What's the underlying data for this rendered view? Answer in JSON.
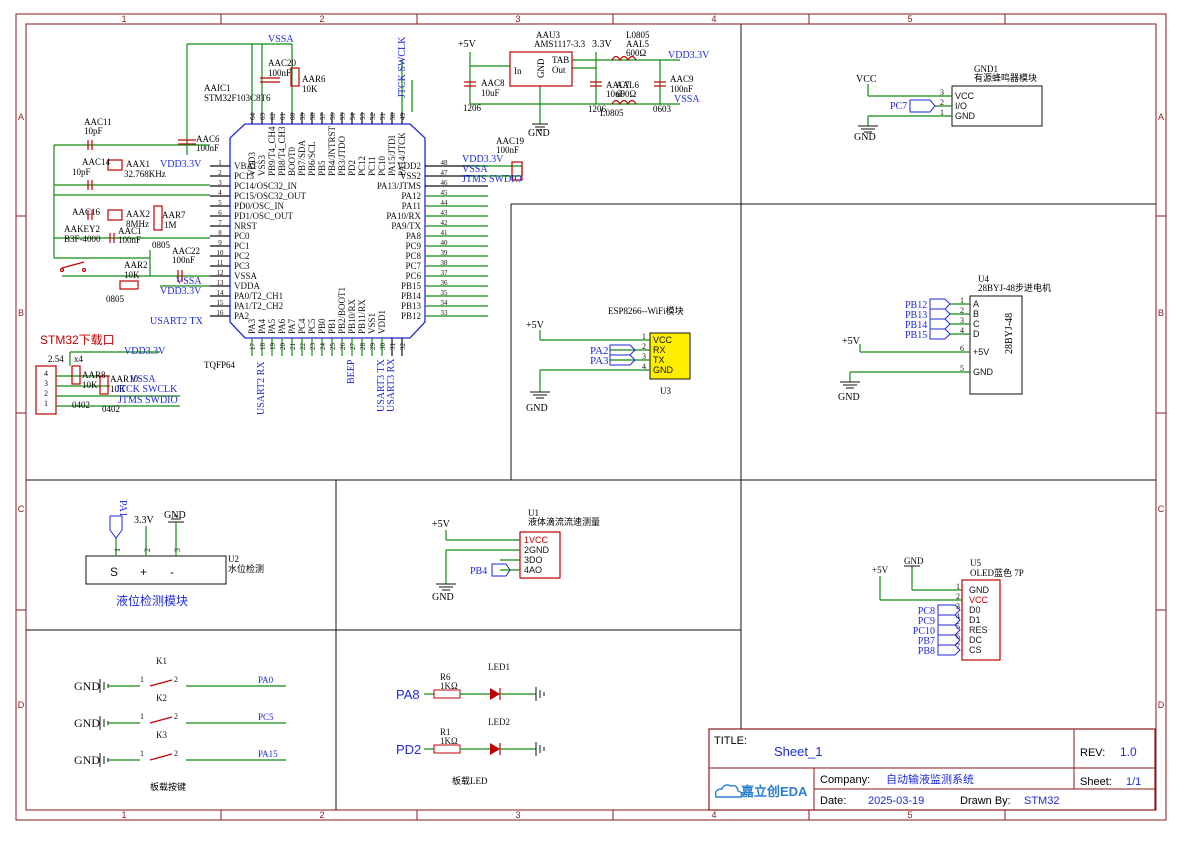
{
  "frame": {
    "columns": [
      "1",
      "2",
      "3",
      "4",
      "5"
    ],
    "rows": [
      "A",
      "B",
      "C",
      "D"
    ]
  },
  "title_block": {
    "title_label": "TITLE:",
    "title": "Sheet_1",
    "rev_label": "REV:",
    "rev": "1.0",
    "company_label": "Company:",
    "company": "自动输液监测系统",
    "sheet_label": "Sheet:",
    "sheet": "1/1",
    "date_label": "Date:",
    "date": "2025-03-19",
    "drawn_label": "Drawn By:",
    "drawn": "STM32",
    "logo": "嘉立创EDA",
    "logo_icon": "cloud-logo-icon"
  },
  "mcu": {
    "ref": "AAIC1",
    "part": "STM32F103C8T6",
    "package": "TQFP64",
    "left_pins": [
      {
        "n": "1",
        "name": "VBAT"
      },
      {
        "n": "2",
        "name": "PC13"
      },
      {
        "n": "3",
        "name": "PC14/OSC32_IN"
      },
      {
        "n": "4",
        "name": "PC15/OSC32_OUT"
      },
      {
        "n": "5",
        "name": "PD0/OSC_IN"
      },
      {
        "n": "6",
        "name": "PD1/OSC_OUT"
      },
      {
        "n": "7",
        "name": "NRST"
      },
      {
        "n": "8",
        "name": "PC0"
      },
      {
        "n": "9",
        "name": "PC1"
      },
      {
        "n": "10",
        "name": "PC2"
      },
      {
        "n": "11",
        "name": "PC3"
      },
      {
        "n": "12",
        "name": "VSSA"
      },
      {
        "n": "13",
        "name": "VDDA"
      },
      {
        "n": "14",
        "name": "PA0/T2_CH1"
      },
      {
        "n": "15",
        "name": "PA1/T2_CH2"
      },
      {
        "n": "16",
        "name": "PA2"
      }
    ],
    "right_pins": [
      {
        "n": "48",
        "name": "VDD2"
      },
      {
        "n": "47",
        "name": "VSS2"
      },
      {
        "n": "46",
        "name": "PA13/JTMS"
      },
      {
        "n": "45",
        "name": "PA12"
      },
      {
        "n": "44",
        "name": "PA11"
      },
      {
        "n": "43",
        "name": "PA10/RX"
      },
      {
        "n": "42",
        "name": "PA9/TX"
      },
      {
        "n": "41",
        "name": "PA8"
      },
      {
        "n": "40",
        "name": "PC9"
      },
      {
        "n": "39",
        "name": "PC8"
      },
      {
        "n": "38",
        "name": "PC7"
      },
      {
        "n": "37",
        "name": "PC6"
      },
      {
        "n": "36",
        "name": "PB15"
      },
      {
        "n": "35",
        "name": "PB14"
      },
      {
        "n": "34",
        "name": "PB13"
      },
      {
        "n": "33",
        "name": "PB12"
      }
    ],
    "top_pins": [
      "VDD3",
      "VSS3",
      "PB9/T4_CH4",
      "PB8/T4_CH3",
      "BOOT0",
      "PB7/SDA",
      "PB6/SCL",
      "PB5",
      "PB4/JNTRST",
      "PB3/JTDO",
      "PD2",
      "PC12",
      "PC11",
      "PC10",
      "PA15/JTDI",
      "PA14/JTCK"
    ],
    "top_nums": [
      "64",
      "63",
      "62",
      "61",
      "60",
      "59",
      "58",
      "57",
      "56",
      "55",
      "54",
      "53",
      "52",
      "51",
      "50",
      "49"
    ],
    "bottom_pins": [
      "PA3",
      "PA4",
      "PA5",
      "PA6",
      "PA7",
      "PC4",
      "PC5",
      "PB0",
      "PB1",
      "PB2/BOOT1",
      "PB10/RX",
      "PB11/RX",
      "VSS1",
      "VDD1"
    ],
    "bottom_nums": [
      "17",
      "18",
      "19",
      "20",
      "21",
      "22",
      "23",
      "24",
      "25",
      "26",
      "27",
      "28",
      "29",
      "30",
      "31",
      "32"
    ],
    "nets": {
      "usart2": "USART2 TX",
      "usart2_rx": "USART2 RX",
      "usart3_tx": "USART3 TX",
      "usart3_rx": "USART3 RX",
      "beep": "BEEP",
      "tck": "JTCK SWCLK",
      "jtms": "JTMS SWDIO",
      "vssa": "VSSA",
      "vdd33": "VDD3.3V"
    }
  },
  "passives": {
    "aac20": "AAC20",
    "aac20_v": "100nF",
    "aar6": "AAR6",
    "aar6_v": "10K",
    "aac6": "AAC6",
    "aac6_v": "100nF",
    "aac11": "AAC11",
    "aac11_v": "10pF",
    "aac14": "AAC14",
    "aac14_v": "10pF",
    "aax1": "AAX1",
    "aax1_v": "32.768KHz",
    "aac16": "AAC16",
    "aax2": "AAX2",
    "aax2_v": "8MHz",
    "aar7": "AAR7",
    "aar7_v": "1M",
    "aakey2": "AAKEY2",
    "aakey2_v": "B3F-4000",
    "aac1": "AAC1",
    "aac1_v": "100nF",
    "aac22": "AAC22",
    "aac22_v": "100nF",
    "aar2": "AAR2",
    "aar2_v": "10K",
    "pkg0805": "0805",
    "aac19": "AAC19",
    "aac19_v": "100nF"
  },
  "ldo": {
    "ref": "AAU3",
    "part": "AMS1117-3.3",
    "in_net": "+5V",
    "out_net": "3.3V",
    "pin_in": "In",
    "pin_gnd": "GND",
    "pin_tab": "TAB",
    "pin_out": "Out",
    "aac8": "AAC8",
    "aac8_v": "10uF",
    "pkg1206": "1206",
    "aac7": "AAC7",
    "aac7_v": "10uF",
    "aal6": "AAL6",
    "aal6_v": "600Ω",
    "l0805": "L0805",
    "aal5": "AAL5",
    "aal5_v": "600Ω",
    "aac9": "AAC9",
    "aac9_v": "100nF",
    "pkg0603": "0603",
    "vdd": "VDD3.3V",
    "vssa": "VSSA",
    "gnd": "GND"
  },
  "download": {
    "title": "STM32下载口",
    "ref": "AAR10",
    "aar8": "AAR8",
    "aar8_v": "10K",
    "aar10_v": "10K",
    "pkg": "0402",
    "vdd": "VDD3.3V",
    "vssa": "VSSA",
    "tck": "JTCK SWCLK",
    "jtms": "JTMS SWDIO",
    "x4": "x4",
    "pitch": "2.54"
  },
  "buzzer": {
    "ref": "GND1",
    "name": "有源蜂鸣器模块",
    "net_vcc": "VCC",
    "net_gnd": "GND",
    "signal": "PC7",
    "pins": [
      "VCC",
      "I/O",
      "GND"
    ],
    "nums": [
      "3",
      "2",
      "1"
    ]
  },
  "wifi": {
    "title": "ESP8266--WiFi模块",
    "ref": "U3",
    "net_5v": "+5V",
    "net_gnd": "GND",
    "pins": [
      "VCC",
      "RX",
      "TX",
      "GND"
    ],
    "nums": [
      "1",
      "2",
      "3",
      "4"
    ],
    "signals": [
      "PA2",
      "PA3"
    ]
  },
  "motor": {
    "ref": "U4",
    "name": "28BYJ-48步进电机",
    "body": "28BYJ-48",
    "signals": [
      "PB12",
      "PB13",
      "PB14",
      "PB15"
    ],
    "pins": [
      "A",
      "B",
      "C",
      "D",
      "+5V",
      "GND"
    ],
    "nums": [
      "1",
      "2",
      "3",
      "4",
      "6",
      "5"
    ],
    "net_5v": "+5V",
    "net_gnd": "GND"
  },
  "level": {
    "ref": "U2",
    "name": "水位检测",
    "title": "液位检测模块",
    "nets": [
      "PA1",
      "3.3V",
      "GND"
    ],
    "pins": [
      "S",
      "+",
      "-"
    ],
    "nums": [
      "1",
      "2",
      "3"
    ]
  },
  "flow": {
    "ref": "U1",
    "name": "液体滴流流速测量",
    "net_5v": "+5V",
    "net_gnd": "GND",
    "signal": "PB4",
    "pins": [
      "VCC",
      "GND",
      "DO",
      "AO"
    ],
    "nums": [
      "1",
      "2",
      "3",
      "4"
    ]
  },
  "oled": {
    "ref": "U5",
    "name": "OLED蓝色 7P",
    "net_5v": "+5V",
    "net_gnd": "GND",
    "signals": [
      "PC8",
      "PC9",
      "PC10",
      "PB7",
      "PB8"
    ],
    "pins": [
      "GND",
      "VCC",
      "D0",
      "D1",
      "RES",
      "DC",
      "CS"
    ],
    "nums": [
      "1",
      "2",
      "3",
      "4",
      "5",
      "6",
      "7"
    ]
  },
  "keys": {
    "title": "板载按键",
    "items": [
      {
        "ref": "K1",
        "net": "PA0",
        "gnd": "GND"
      },
      {
        "ref": "K2",
        "net": "PC5",
        "gnd": "GND"
      },
      {
        "ref": "K3",
        "net": "PA15",
        "gnd": "GND"
      }
    ],
    "pin1": "1",
    "pin2": "2"
  },
  "leds": {
    "title": "板载LED",
    "items": [
      {
        "ref": "LED1",
        "res": "R6",
        "res_v": "1KΩ",
        "net": "PA8"
      },
      {
        "ref": "LED2",
        "res": "R1",
        "res_v": "1KΩ",
        "net": "PD2"
      }
    ]
  },
  "colors": {
    "frame": "#8a1a1a",
    "wire": "#138a13",
    "part": "#c00000",
    "net": "#1e2ad8",
    "highlight": "#ffee00"
  }
}
